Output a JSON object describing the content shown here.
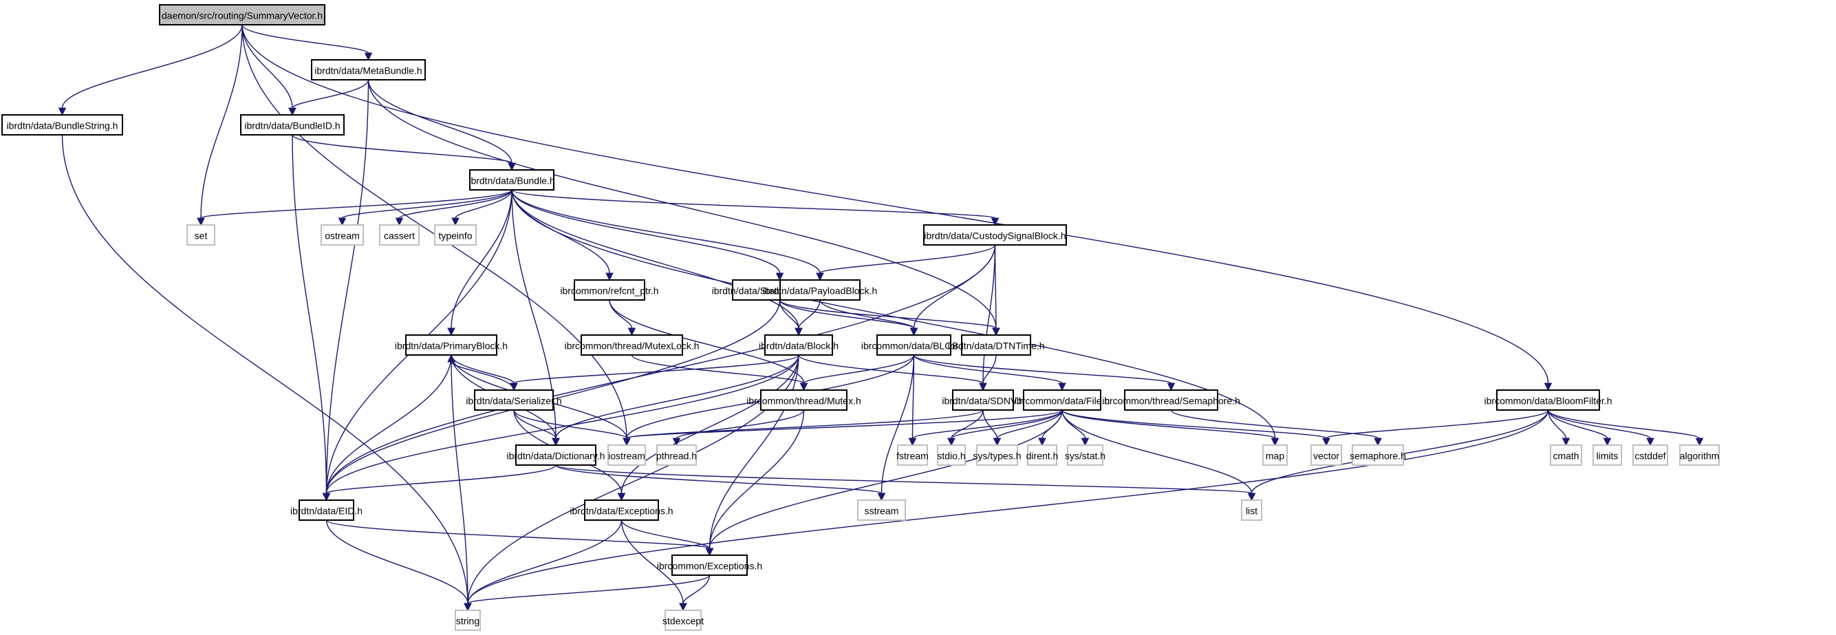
{
  "title": "daemon/src/routing/SummaryVector.h",
  "graph_type": "include dependency graph",
  "colors": {
    "edge": "#191970",
    "root_fill": "#bfbfbf",
    "local_border": "#000000",
    "system_border": "#bfbfbf"
  },
  "nodes": [
    {
      "id": "SummaryVector",
      "label": "daemon/src/routing/SummaryVector.h",
      "kind": "root"
    },
    {
      "id": "MetaBundle",
      "label": "ibrdtn/data/MetaBundle.h",
      "kind": "local"
    },
    {
      "id": "BundleString",
      "label": "ibrdtn/data/BundleString.h",
      "kind": "local"
    },
    {
      "id": "BundleID",
      "label": "ibrdtn/data/BundleID.h",
      "kind": "local"
    },
    {
      "id": "Bundle",
      "label": "ibrdtn/data/Bundle.h",
      "kind": "local"
    },
    {
      "id": "set",
      "label": "set",
      "kind": "system"
    },
    {
      "id": "ostream",
      "label": "ostream",
      "kind": "system"
    },
    {
      "id": "cassert",
      "label": "cassert",
      "kind": "system"
    },
    {
      "id": "typeinfo",
      "label": "typeinfo",
      "kind": "system"
    },
    {
      "id": "CustodySignalBlock",
      "label": "ibrdtn/data/CustodySignalBlock.h",
      "kind": "local"
    },
    {
      "id": "refcnt_ptr",
      "label": "ibrcommon/refcnt_ptr.h",
      "kind": "local"
    },
    {
      "id": "StatusReportBlock",
      "label": "ibrdtn/data/StatusReportBlock.h",
      "kind": "local"
    },
    {
      "id": "PayloadBlock",
      "label": "ibrdtn/data/PayloadBlock.h",
      "kind": "local"
    },
    {
      "id": "PrimaryBlock",
      "label": "ibrdtn/data/PrimaryBlock.h",
      "kind": "local"
    },
    {
      "id": "MutexLock",
      "label": "ibrcommon/thread/MutexLock.h",
      "kind": "local"
    },
    {
      "id": "Block",
      "label": "ibrdtn/data/Block.h",
      "kind": "local"
    },
    {
      "id": "BLOB",
      "label": "ibrcommon/data/BLOB.h",
      "kind": "local"
    },
    {
      "id": "DTNTime",
      "label": "ibrdtn/data/DTNTime.h",
      "kind": "local"
    },
    {
      "id": "Serializer",
      "label": "ibrdtn/data/Serializer.h",
      "kind": "local"
    },
    {
      "id": "Mutex",
      "label": "ibrcommon/thread/Mutex.h",
      "kind": "local"
    },
    {
      "id": "SDNV",
      "label": "ibrdtn/data/SDNV.h",
      "kind": "local"
    },
    {
      "id": "File",
      "label": "ibrcommon/data/File.h",
      "kind": "local"
    },
    {
      "id": "Semaphore",
      "label": "ibrcommon/thread/Semaphore.h",
      "kind": "local"
    },
    {
      "id": "BloomFilter",
      "label": "ibrcommon/data/BloomFilter.h",
      "kind": "local"
    },
    {
      "id": "Dictionary",
      "label": "ibrdtn/data/Dictionary.h",
      "kind": "local"
    },
    {
      "id": "iostream",
      "label": "iostream",
      "kind": "system"
    },
    {
      "id": "pthread",
      "label": "pthread.h",
      "kind": "system"
    },
    {
      "id": "fstream",
      "label": "fstream",
      "kind": "system"
    },
    {
      "id": "stdio",
      "label": "stdio.h",
      "kind": "system"
    },
    {
      "id": "systypes",
      "label": "sys/types.h",
      "kind": "system"
    },
    {
      "id": "dirent",
      "label": "dirent.h",
      "kind": "system"
    },
    {
      "id": "sysstat",
      "label": "sys/stat.h",
      "kind": "system"
    },
    {
      "id": "map",
      "label": "map",
      "kind": "system"
    },
    {
      "id": "vector",
      "label": "vector",
      "kind": "system"
    },
    {
      "id": "semaphore_h",
      "label": "semaphore.h",
      "kind": "system"
    },
    {
      "id": "cmath",
      "label": "cmath",
      "kind": "system"
    },
    {
      "id": "limits",
      "label": "limits",
      "kind": "system"
    },
    {
      "id": "cstddef",
      "label": "cstddef",
      "kind": "system"
    },
    {
      "id": "algorithm",
      "label": "algorithm",
      "kind": "system"
    },
    {
      "id": "EID",
      "label": "ibrdtn/data/EID.h",
      "kind": "local"
    },
    {
      "id": "DataExceptions",
      "label": "ibrdtn/data/Exceptions.h",
      "kind": "local"
    },
    {
      "id": "sstream",
      "label": "sstream",
      "kind": "system"
    },
    {
      "id": "list",
      "label": "list",
      "kind": "system"
    },
    {
      "id": "CommonExceptions",
      "label": "ibrcommon/Exceptions.h",
      "kind": "local"
    },
    {
      "id": "string",
      "label": "string",
      "kind": "system"
    },
    {
      "id": "stdexcept",
      "label": "stdexcept",
      "kind": "system"
    }
  ],
  "edges": [
    [
      "SummaryVector",
      "BundleString"
    ],
    [
      "SummaryVector",
      "iostream"
    ],
    [
      "SummaryVector",
      "set"
    ],
    [
      "SummaryVector",
      "BundleID"
    ],
    [
      "SummaryVector",
      "MetaBundle"
    ],
    [
      "SummaryVector",
      "BloomFilter"
    ],
    [
      "MetaBundle",
      "BundleID"
    ],
    [
      "MetaBundle",
      "EID"
    ],
    [
      "MetaBundle",
      "Bundle"
    ],
    [
      "MetaBundle",
      "DTNTime"
    ],
    [
      "BundleString",
      "string"
    ],
    [
      "BundleID",
      "EID"
    ],
    [
      "BundleID",
      "Bundle"
    ],
    [
      "Bundle",
      "set"
    ],
    [
      "Bundle",
      "EID"
    ],
    [
      "Bundle",
      "ostream"
    ],
    [
      "Bundle",
      "cassert"
    ],
    [
      "Bundle",
      "typeinfo"
    ],
    [
      "Bundle",
      "PrimaryBlock"
    ],
    [
      "Bundle",
      "Dictionary"
    ],
    [
      "Bundle",
      "refcnt_ptr"
    ],
    [
      "Bundle",
      "Block"
    ],
    [
      "Bundle",
      "StatusReportBlock"
    ],
    [
      "Bundle",
      "PayloadBlock"
    ],
    [
      "Bundle",
      "CustodySignalBlock"
    ],
    [
      "Bundle",
      "map"
    ],
    [
      "CustodySignalBlock",
      "EID"
    ],
    [
      "CustodySignalBlock",
      "PayloadBlock"
    ],
    [
      "CustodySignalBlock",
      "BLOB"
    ],
    [
      "CustodySignalBlock",
      "DTNTime"
    ],
    [
      "CustodySignalBlock",
      "SDNV"
    ],
    [
      "refcnt_ptr",
      "MutexLock"
    ],
    [
      "refcnt_ptr",
      "Mutex"
    ],
    [
      "StatusReportBlock",
      "EID"
    ],
    [
      "StatusReportBlock",
      "Block"
    ],
    [
      "StatusReportBlock",
      "BLOB"
    ],
    [
      "StatusReportBlock",
      "DTNTime"
    ],
    [
      "PayloadBlock",
      "Block"
    ],
    [
      "PayloadBlock",
      "BLOB"
    ],
    [
      "PrimaryBlock",
      "string"
    ],
    [
      "PrimaryBlock",
      "EID"
    ],
    [
      "PrimaryBlock",
      "Serializer"
    ],
    [
      "PrimaryBlock",
      "Dictionary"
    ],
    [
      "PrimaryBlock",
      "iostream"
    ],
    [
      "MutexLock",
      "Mutex"
    ],
    [
      "Block",
      "EID"
    ],
    [
      "Block",
      "string"
    ],
    [
      "Block",
      "Serializer"
    ],
    [
      "Block",
      "Dictionary"
    ],
    [
      "Block",
      "SDNV"
    ],
    [
      "Block",
      "DataExceptions"
    ],
    [
      "Block",
      "CommonExceptions"
    ],
    [
      "BLOB",
      "iostream"
    ],
    [
      "BLOB",
      "Mutex"
    ],
    [
      "BLOB",
      "fstream"
    ],
    [
      "BLOB",
      "sstream"
    ],
    [
      "BLOB",
      "File"
    ],
    [
      "BLOB",
      "Semaphore"
    ],
    [
      "DTNTime",
      "SDNV"
    ],
    [
      "Serializer",
      "PrimaryBlock"
    ],
    [
      "Serializer",
      "Dictionary"
    ],
    [
      "Serializer",
      "iostream"
    ],
    [
      "Serializer",
      "DataExceptions"
    ],
    [
      "Mutex",
      "pthread"
    ],
    [
      "Mutex",
      "CommonExceptions"
    ],
    [
      "SDNV",
      "iostream"
    ],
    [
      "SDNV",
      "stdio"
    ],
    [
      "SDNV",
      "systypes"
    ],
    [
      "File",
      "iostream"
    ],
    [
      "File",
      "fstream"
    ],
    [
      "File",
      "stdio"
    ],
    [
      "File",
      "systypes"
    ],
    [
      "File",
      "dirent"
    ],
    [
      "File",
      "sysstat"
    ],
    [
      "File",
      "map"
    ],
    [
      "File",
      "list"
    ],
    [
      "File",
      "vector"
    ],
    [
      "File",
      "CommonExceptions"
    ],
    [
      "Semaphore",
      "semaphore_h"
    ],
    [
      "BloomFilter",
      "vector"
    ],
    [
      "BloomFilter",
      "cmath"
    ],
    [
      "BloomFilter",
      "limits"
    ],
    [
      "BloomFilter",
      "cstddef"
    ],
    [
      "BloomFilter",
      "algorithm"
    ],
    [
      "BloomFilter",
      "list"
    ],
    [
      "BloomFilter",
      "string"
    ],
    [
      "Dictionary",
      "EID"
    ],
    [
      "Dictionary",
      "sstream"
    ],
    [
      "Dictionary",
      "list"
    ],
    [
      "EID",
      "string"
    ],
    [
      "EID",
      "CommonExceptions"
    ],
    [
      "DataExceptions",
      "string"
    ],
    [
      "DataExceptions",
      "CommonExceptions"
    ],
    [
      "DataExceptions",
      "stdexcept"
    ],
    [
      "CommonExceptions",
      "string"
    ],
    [
      "CommonExceptions",
      "stdexcept"
    ]
  ]
}
